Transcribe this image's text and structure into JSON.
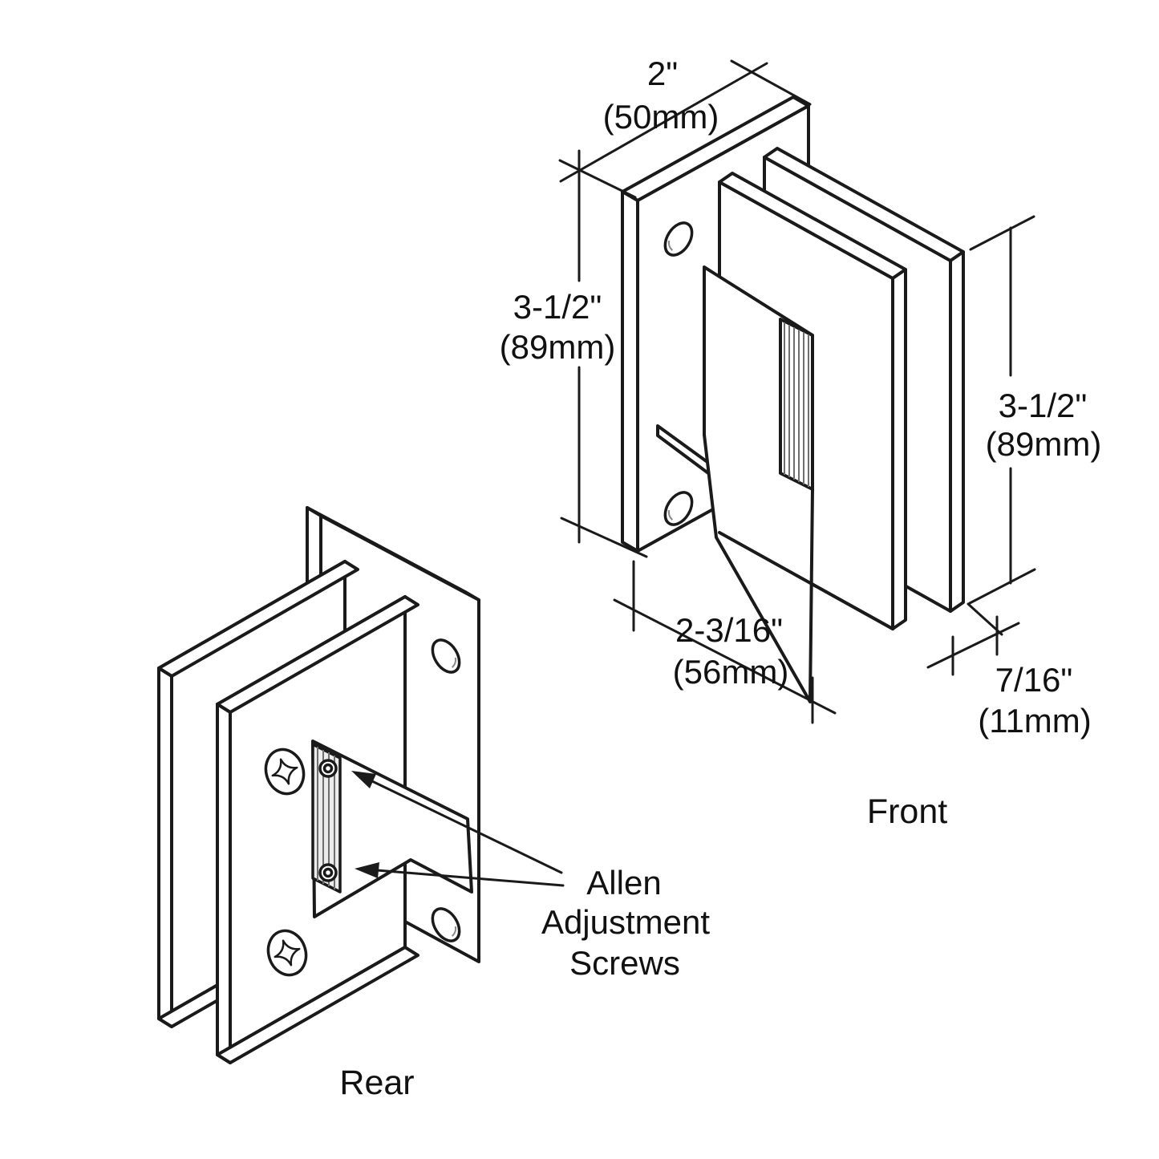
{
  "diagram": {
    "subject": "wall-mount glass door hinge, isometric technical drawing",
    "views": {
      "front_label": "Front",
      "rear_label": "Rear"
    },
    "dims": {
      "width_in": "2\"",
      "width_mm": "(50mm)",
      "height_left_in": "3-1/2\"",
      "height_left_mm": "(89mm)",
      "height_right_in": "3-1/2\"",
      "height_right_mm": "(89mm)",
      "base_in": "2-3/16\"",
      "base_mm": "(56mm)",
      "gap_in": "7/16\"",
      "gap_mm": "(11mm)"
    },
    "callout": {
      "line1": "Allen",
      "line2": "Adjustment",
      "line3": "Screws"
    },
    "colors": {
      "line": "#1a1a1a",
      "background": "#ffffff",
      "hatch": "#6f6f6f",
      "channel_fill": "#ececec"
    }
  }
}
